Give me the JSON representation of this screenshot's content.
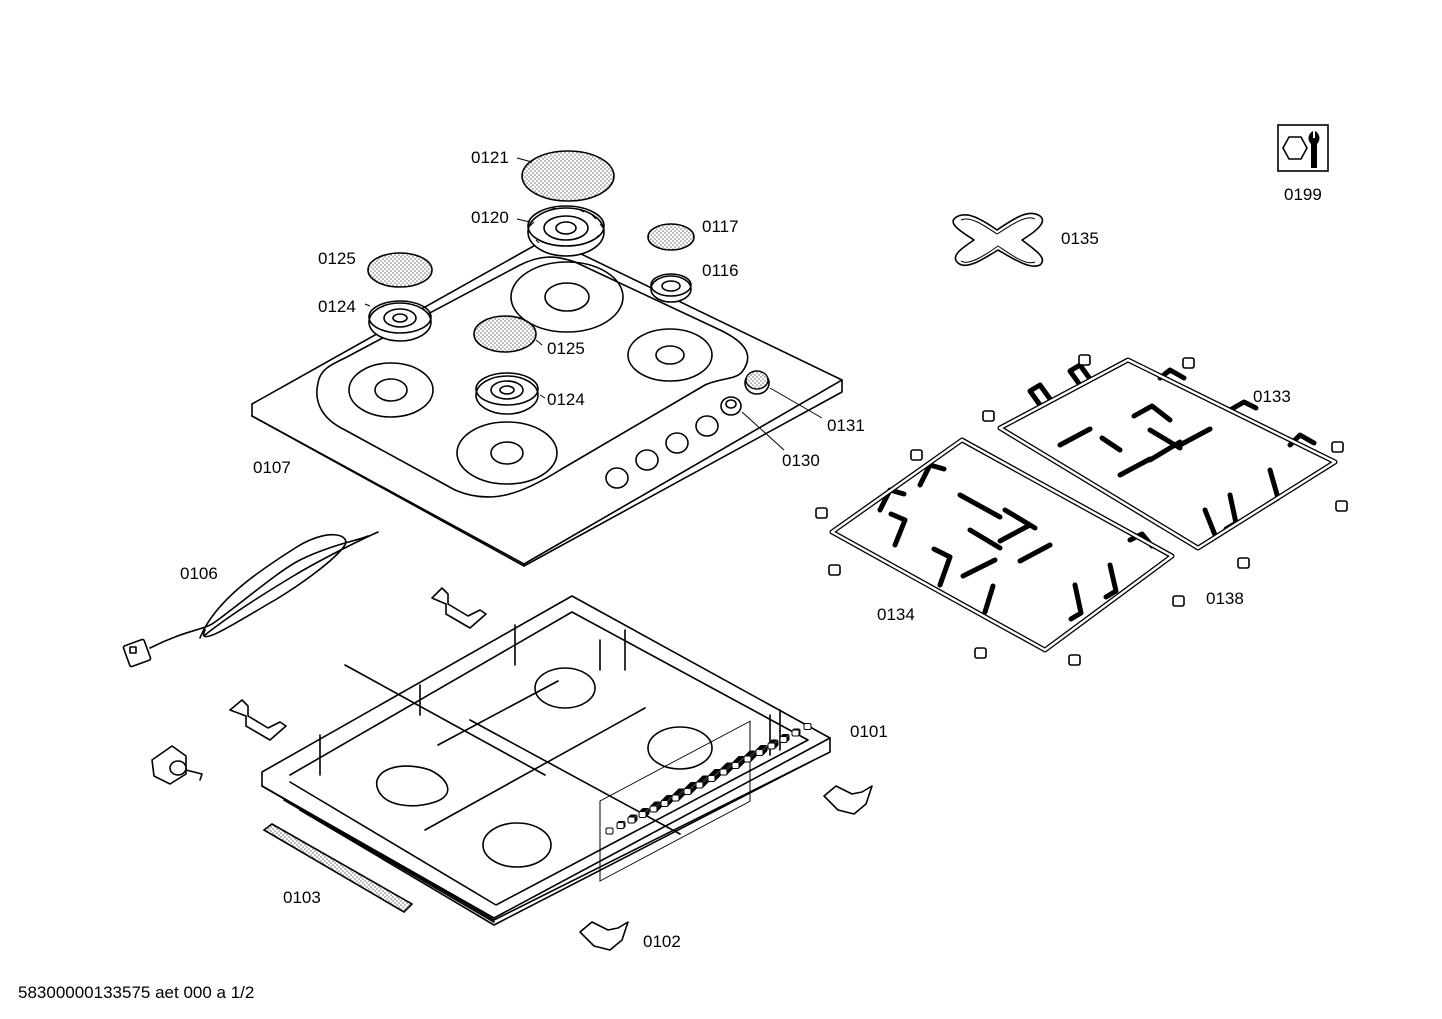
{
  "drawing_id": "58300000133575 aet 000 a 1/2",
  "parts": {
    "p0121": "0121",
    "p0120": "0120",
    "p0117": "0117",
    "p0116": "0116",
    "p0125a": "0125",
    "p0124a": "0124",
    "p0125b": "0125",
    "p0124b": "0124",
    "p0131": "0131",
    "p0130": "0130",
    "p0107": "0107",
    "p0135": "0135",
    "p0199": "0199",
    "p0133": "0133",
    "p0134": "0134",
    "p0138": "0138",
    "p0106": "0106",
    "p0101": "0101",
    "p0103": "0103",
    "p0102": "0102"
  },
  "icons": {
    "service_tool": "wrench-nut-icon"
  },
  "colors": {
    "line": "#000000",
    "background": "#ffffff",
    "mesh": "#9a9a9a"
  }
}
